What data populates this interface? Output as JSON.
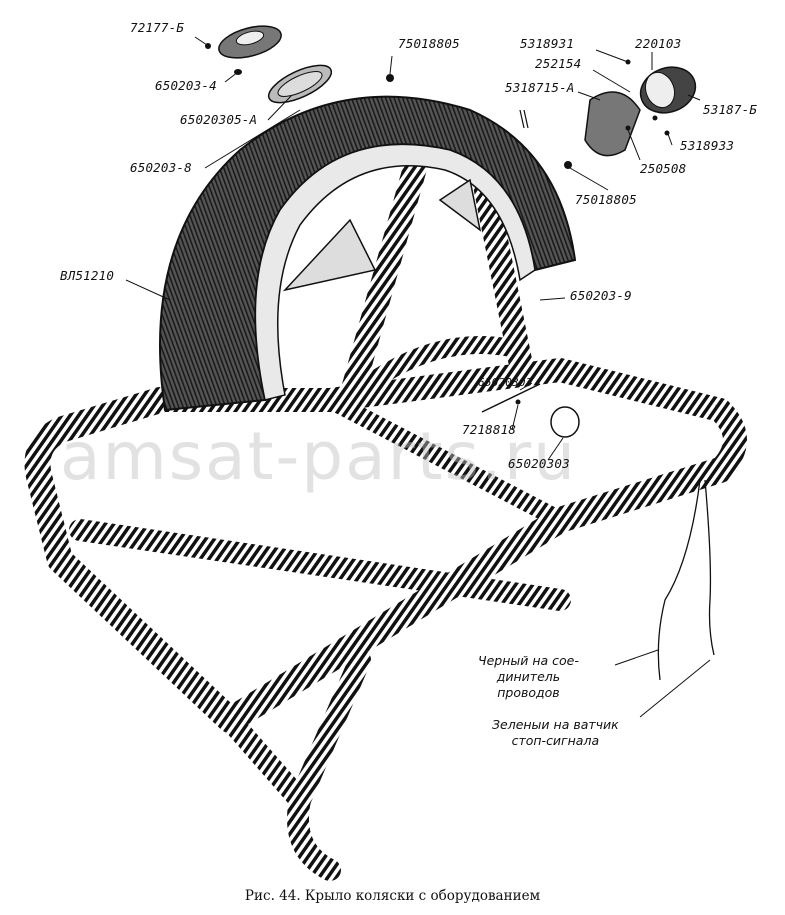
{
  "labels": {
    "p72177_B": "72177-Б",
    "p650203_4": "650203-4",
    "p65020305_A": "65020305-А",
    "p650203_8": "650203-8",
    "p75018805_top": "75018805",
    "p75018805_mid": "75018805",
    "p5318931": "5318931",
    "p220103": "220103",
    "p252154": "252154",
    "p5318715_A": "5318715-А",
    "p53187_B": "53187-Б",
    "p5318933": "5318933",
    "p250508": "250508",
    "pVL51210": "ВЛ51210",
    "p650203_9": "650203-9",
    "p65020303_upper": "65020303",
    "p7218818": "7218818",
    "p65020303_lower": "65020303"
  },
  "notes": {
    "black_l1": "Черный на сое-",
    "black_l2": "динитель",
    "black_l3": "проводов",
    "green_l1": "Зеленыи на ватчик",
    "green_l2": "стоп-сигнала"
  },
  "caption": "Рис. 44. Крыло коляски с оборудованием",
  "watermark": "amsat-parts.ru",
  "colors": {
    "ink": "#111111",
    "paper": "#ffffff",
    "watermark": "#bebebe"
  }
}
